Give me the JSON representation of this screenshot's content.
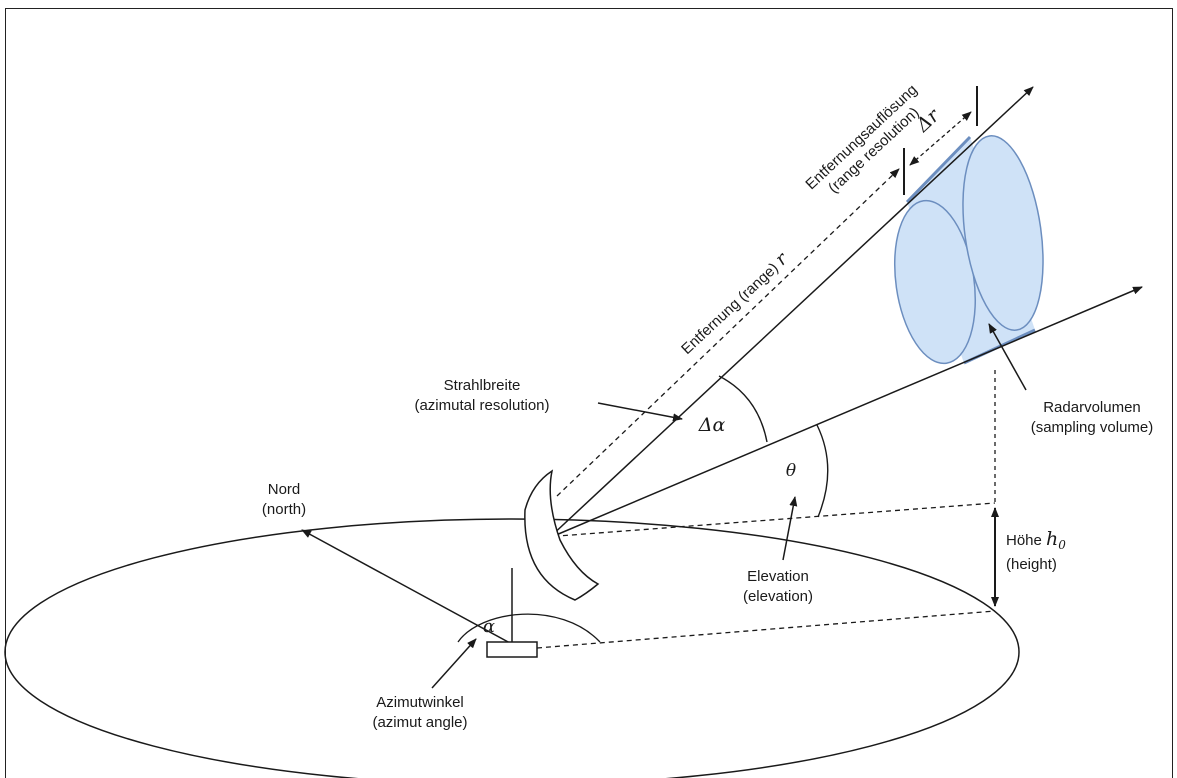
{
  "labels": {
    "range_resolution_de": "Entfernungsauflösung",
    "range_resolution_en": "(range resolution)",
    "delta_r": "Δr",
    "range_text": "Entfernung (range) ",
    "range_symbol": "r",
    "beamwidth_de": "Strahlbreite",
    "beamwidth_en": "(azimutal resolution)",
    "delta_alpha": "Δα",
    "theta": "θ",
    "radar_volume_de": "Radarvolumen",
    "radar_volume_en": "(sampling volume)",
    "north_de": "Nord",
    "north_en": "(north)",
    "height_de": "Höhe ",
    "height_symbol": "h",
    "height_subscript": "0",
    "height_en": "(height)",
    "elevation_de": "Elevation",
    "elevation_en": "(elevation)",
    "alpha": "α",
    "azimuth_de": "Azimutwinkel",
    "azimuth_en": "(azimut angle)"
  },
  "colors": {
    "ink": "#1a1a1a",
    "volume_fill": "#cfe2f7",
    "volume_stroke": "#6c8ebf"
  }
}
